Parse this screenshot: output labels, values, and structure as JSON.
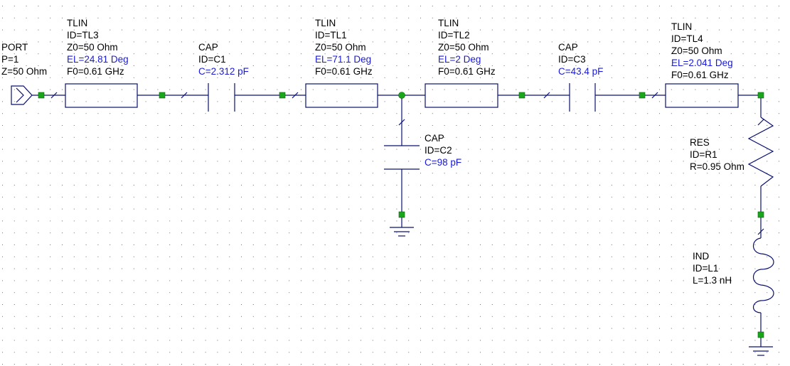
{
  "colors": {
    "wire": "#0a1070",
    "node": "#1aa61a",
    "text": "#000000",
    "param_tunable": "#1a1ad6",
    "grid_dot": "#6e6e6e"
  },
  "components": {
    "port": {
      "type": "PORT",
      "p": "P=1",
      "z": "Z=50 Ohm"
    },
    "tl3": {
      "type": "TLIN",
      "id": "ID=TL3",
      "z0": "Z0=50 Ohm",
      "el": "EL=24.81 Deg",
      "f0": "F0=0.61 GHz"
    },
    "c1": {
      "type": "CAP",
      "id": "ID=C1",
      "c": "C=2.312 pF"
    },
    "tl1": {
      "type": "TLIN",
      "id": "ID=TL1",
      "z0": "Z0=50 Ohm",
      "el": "EL=71.1 Deg",
      "f0": "F0=0.61 GHz"
    },
    "tl2": {
      "type": "TLIN",
      "id": "ID=TL2",
      "z0": "Z0=50 Ohm",
      "el": "EL=2 Deg",
      "f0": "F0=0.61 GHz"
    },
    "c3": {
      "type": "CAP",
      "id": "ID=C3",
      "c": "C=43.4 pF"
    },
    "tl4": {
      "type": "TLIN",
      "id": "ID=TL4",
      "z0": "Z0=50 Ohm",
      "el": "EL=2.041 Deg",
      "f0": "F0=0.61 GHz"
    },
    "c2": {
      "type": "CAP",
      "id": "ID=C2",
      "c": "C=98 pF"
    },
    "r1": {
      "type": "RES",
      "id": "ID=R1",
      "r": "R=0.95 Ohm"
    },
    "l1": {
      "type": "IND",
      "id": "ID=L1",
      "l": "L=1.3 nH"
    }
  }
}
